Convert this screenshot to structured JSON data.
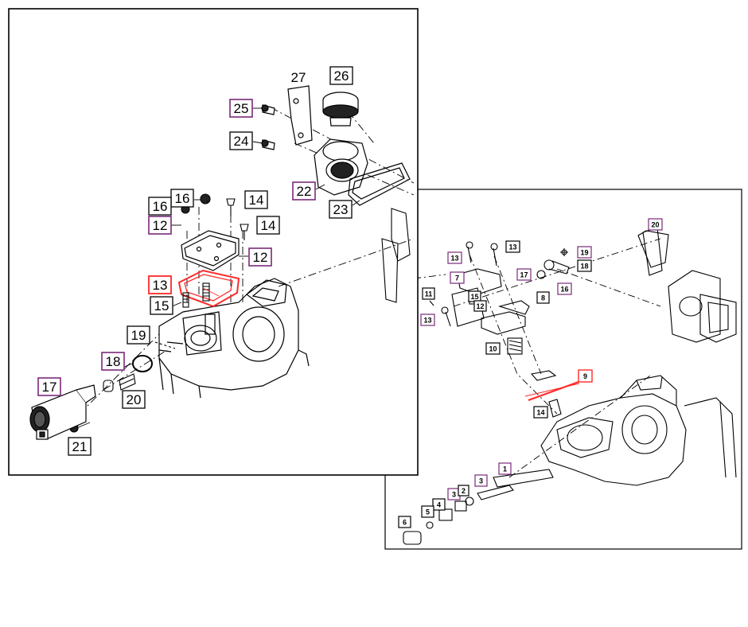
{
  "colors": {
    "black_box": "#000000",
    "purple_box": "#7a2a7a",
    "red_highlight": "#ff2a2a",
    "line": "#000000"
  },
  "left_panel": {
    "callouts": {
      "c27": "27",
      "c26": "26",
      "c25": "25",
      "c24": "24",
      "c22": "22",
      "c23": "23",
      "c16a": "16",
      "c14a": "14",
      "c16b": "16",
      "c12a": "12",
      "c14b": "14",
      "c12b": "12",
      "c13": "13",
      "c15": "15",
      "c19": "19",
      "c18": "18",
      "c17": "17",
      "c20": "20",
      "c21": "21"
    }
  },
  "right_panel": {
    "callouts": {
      "c20": "20",
      "c13a": "13",
      "c13b": "13",
      "c19": "19",
      "c18": "18",
      "c17": "17",
      "c16": "16",
      "c7": "7",
      "c15": "15",
      "c12": "12",
      "c8": "8",
      "c11": "11",
      "c13c": "13",
      "c10": "10",
      "c9": "9",
      "c14": "14",
      "c1": "1",
      "c3a": "3",
      "c3b": "3",
      "c2": "2",
      "c4": "4",
      "c5": "5",
      "c6": "6"
    }
  }
}
